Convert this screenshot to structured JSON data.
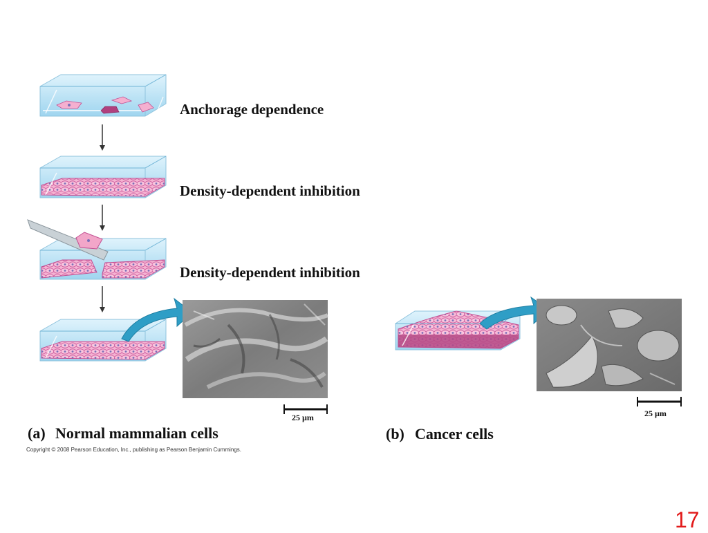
{
  "panel_a": {
    "steps": [
      {
        "label": "Anchorage dependence"
      },
      {
        "label": "Density-dependent inhibition"
      },
      {
        "label": "Density-dependent inhibition"
      }
    ],
    "caption_letter": "(a)",
    "caption_text": "Normal mammalian cells",
    "scale_bar": "25 µm"
  },
  "panel_b": {
    "caption_letter": "(b)",
    "caption_text": "Cancer cells",
    "scale_bar": "25 µm"
  },
  "copyright": "Copyright © 2008 Pearson Education, Inc., publishing as Pearson Benjamin Cummings.",
  "slide_number": "17",
  "colors": {
    "dish_glass": "#bfe4f5",
    "dish_liquid": "#a9d9f2",
    "cell_pink": "#f2a6c9",
    "cell_magenta": "#b0407e",
    "arrow_teal": "#2f9ec6",
    "slide_number": "#e21b1b"
  }
}
